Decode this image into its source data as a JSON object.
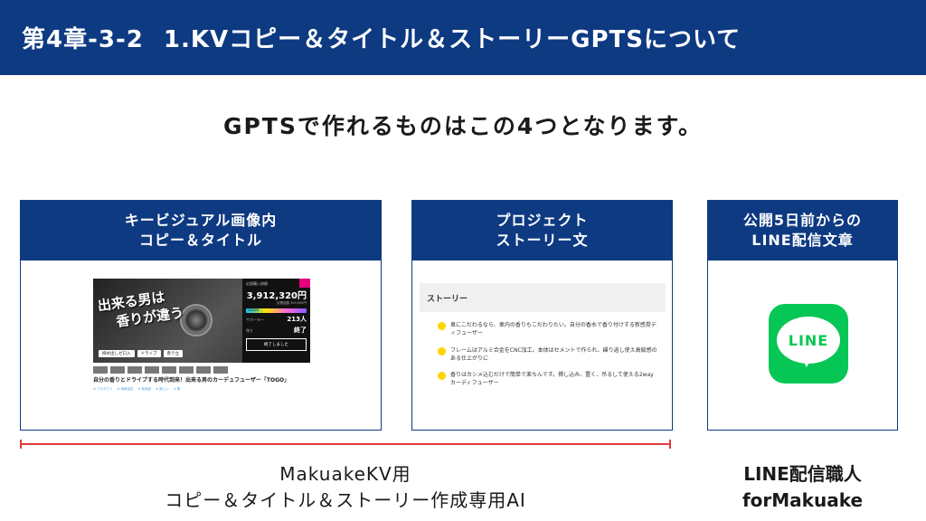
{
  "header": {
    "chapter": "第4章-3-2",
    "title": "1.KVコピー＆タイトル＆ストーリーGPTSについて"
  },
  "subtitle": "GPTSで作れるものはこの4つとなります。",
  "cards": [
    {
      "title_line1": "キービジュアル画像内",
      "title_line2": "コピー＆タイトル"
    },
    {
      "title_line1": "プロジェクト",
      "title_line2": "ストーリー文"
    },
    {
      "title_line1": "公開5日前からの",
      "title_line2": "LINE配信文章"
    }
  ],
  "makuake_mock": {
    "hero_copy_line1": "出来る男は",
    "hero_copy_line2": "香りが違う",
    "hero_tags": [
      "締め出しゼロ入",
      "ドライブ",
      "香り立"
    ],
    "supporters_label": "応援購入総額",
    "amount": "3,912,320円",
    "goal_label": "目標金額 300,000円",
    "progress_label": "1304%",
    "supporters_row_label": "サポーター",
    "supporters_count": "213人",
    "remaining_label": "残り",
    "status": "終了",
    "button_label": "終了しました",
    "project_title": "自分の香りとドライブする時代到来！出来る男のカーデュフューザー「TOGO」",
    "chips": [
      "# プロダクト",
      "# 地域活性",
      "# 新商品",
      "# 新しい",
      "# 車"
    ],
    "colors": {
      "badge": "#e6007e",
      "chip": "#4aa0e6"
    }
  },
  "story_mock": {
    "heading": "ストーリー",
    "items": [
      "車にこだわるなら、車内の香りもこだわりたい。自分の香水で香り付けする新感覚ディフューザー",
      "フレームはアルミ合金をCNC加工。本体はセメントで作られ、繰り返し使え高級感のある仕上がりに",
      "香りはカシメ込むだけで簡単で楽ちんです。挿し込み、置く、吊るして使える2wayカーディフューザー"
    ],
    "colors": {
      "dot": "#ffd500"
    }
  },
  "line_icon": {
    "text": "LINE",
    "color": "#06c755"
  },
  "bottom_left": {
    "line1": "MakuakeKV用",
    "line2": "コピー＆タイトル＆ストーリー作成専用AI"
  },
  "bottom_right": {
    "line1": "LINE配信職人",
    "line2": "forMakuake"
  },
  "colors": {
    "primary": "#0e3a82",
    "bracket": "#e03a3a"
  }
}
